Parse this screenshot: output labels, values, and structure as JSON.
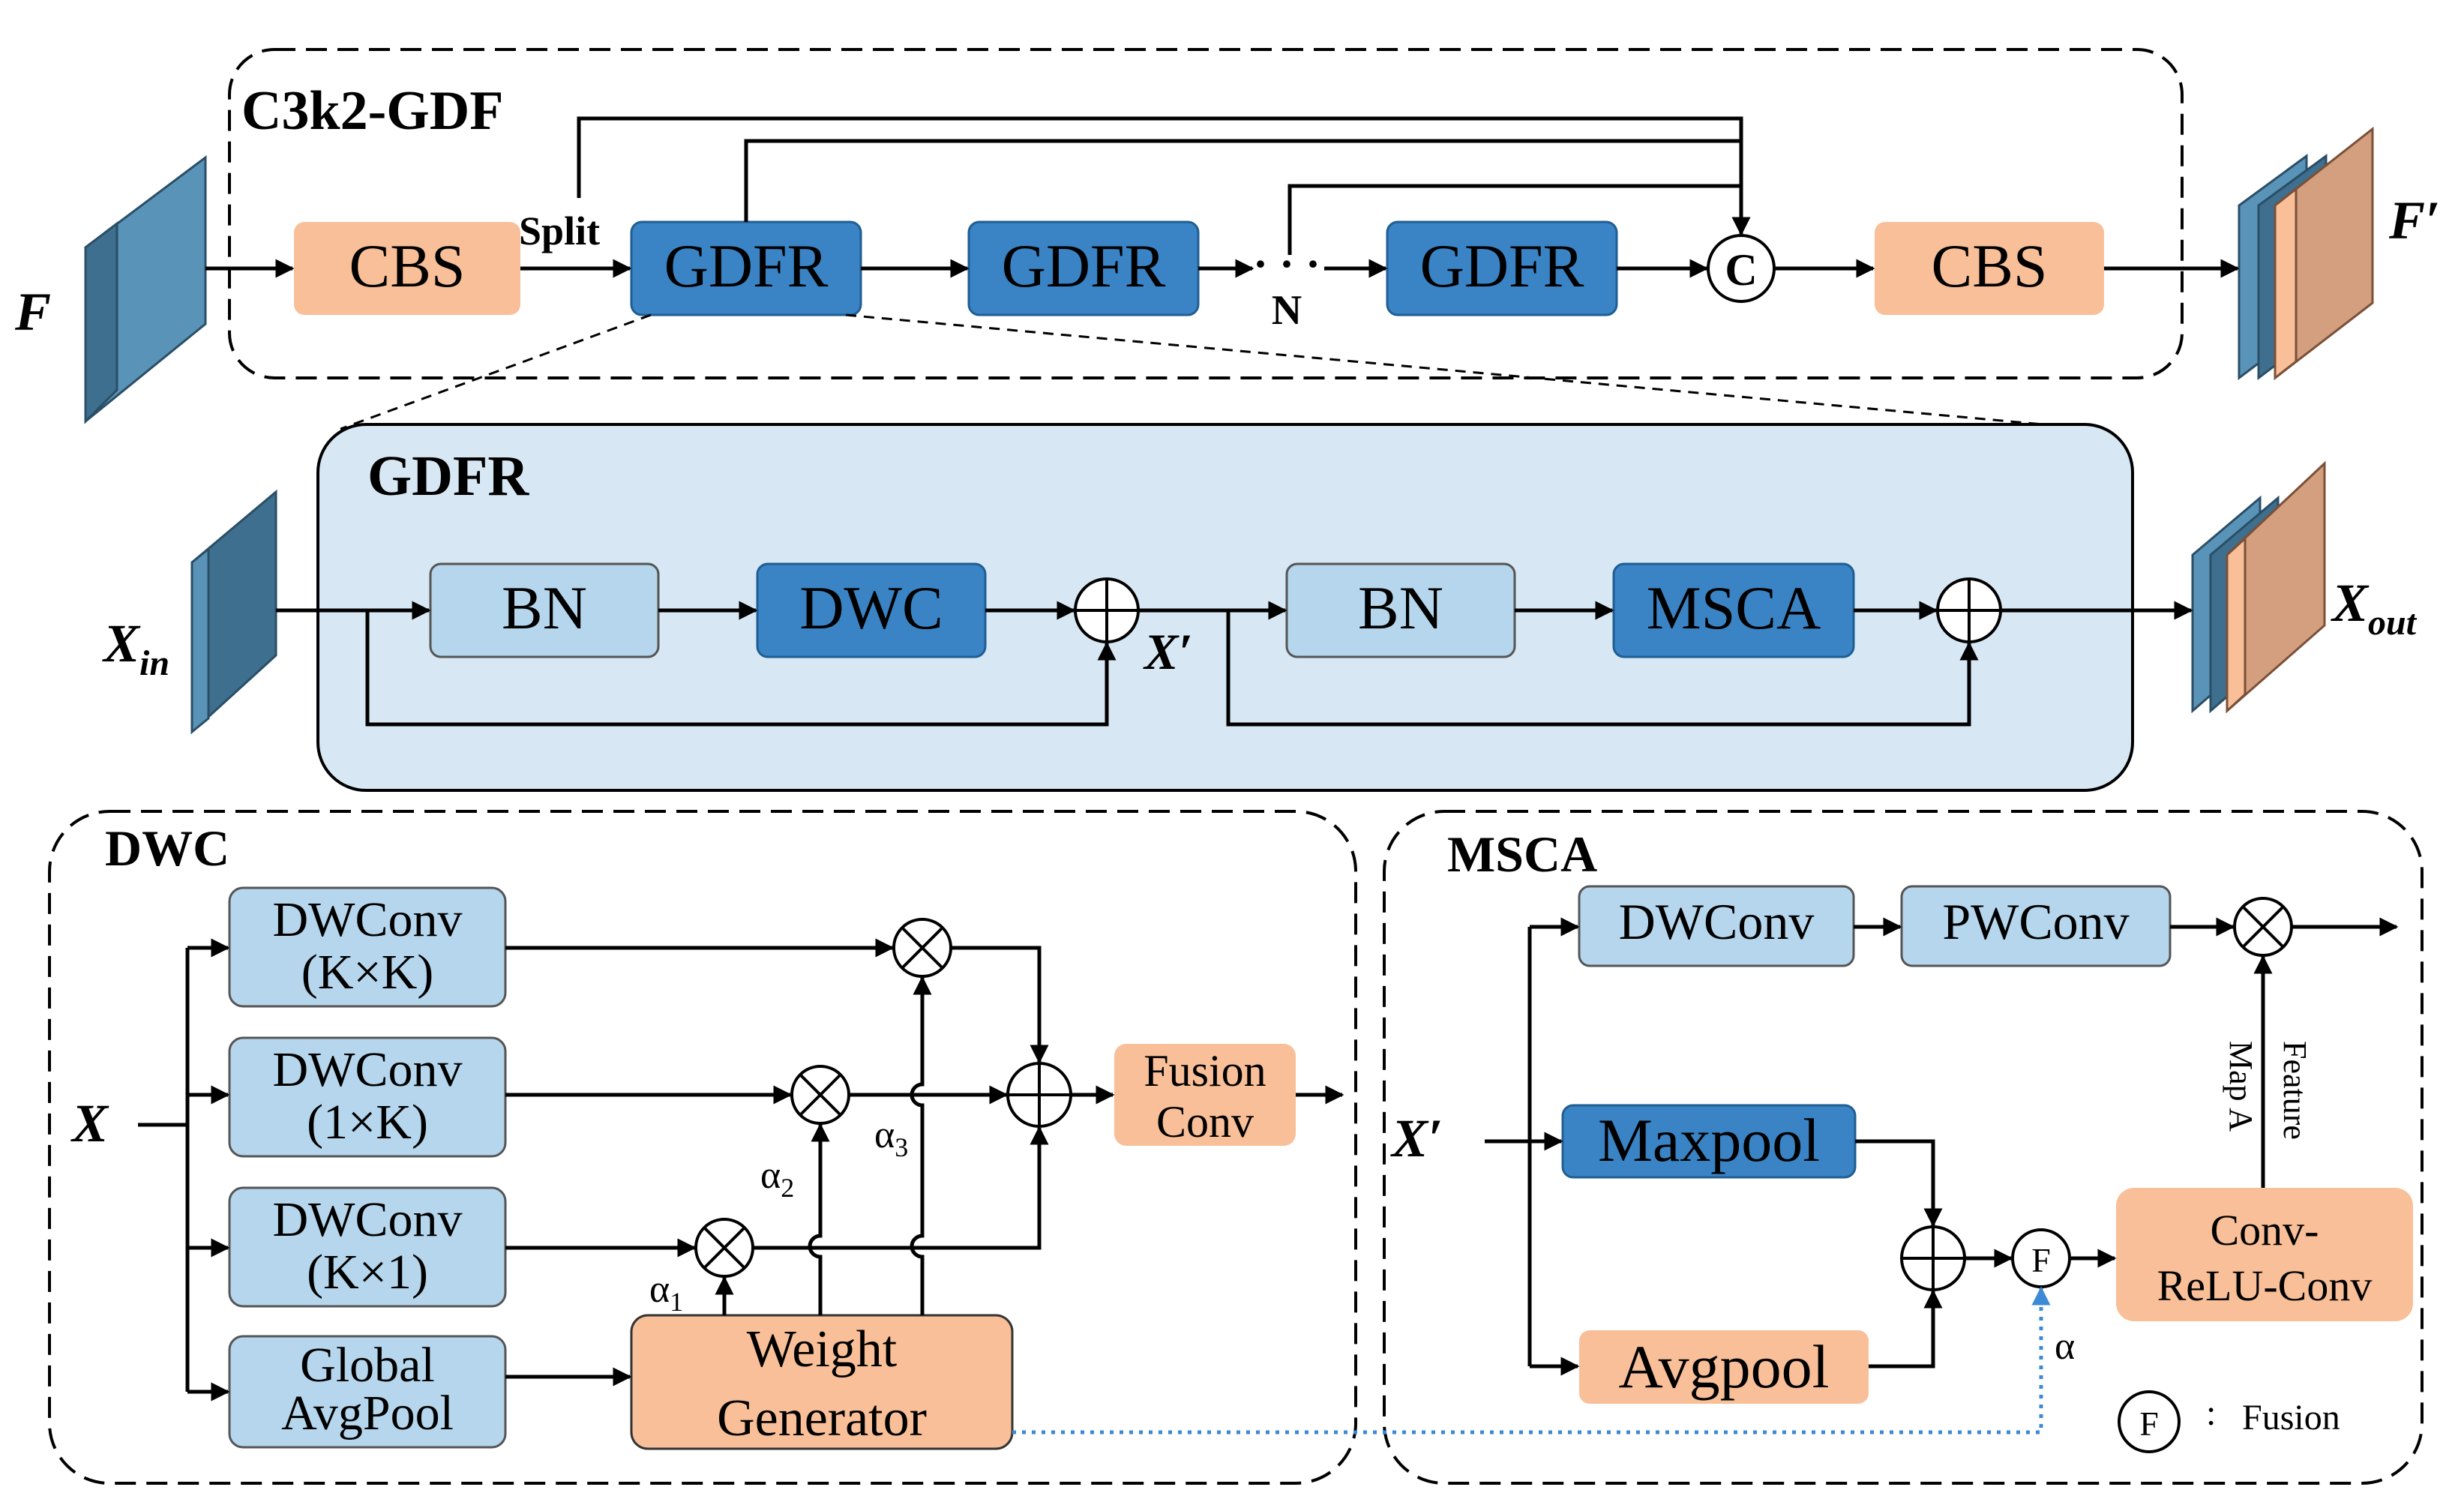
{
  "colors": {
    "orange_block": "#f8bf98",
    "blue_dark": "#3a83c4",
    "blue_light": "#b5d6ec",
    "gdfr_panel": "#d7e8f4",
    "feature_dark": "#3e6f8e",
    "feature_mid": "#5a93b8",
    "feature_orange": "#d39f7f",
    "dotted_link": "#3c8ad6"
  },
  "c3k2": {
    "title": "C3k2-GDF",
    "input_label": "F",
    "output_label": "F′",
    "cbs_in": "CBS",
    "split": "Split",
    "gdfr_1": "GDFR",
    "gdfr_2": "GDFR",
    "gdfr_n": "GDFR",
    "n_label": "N",
    "concat": "C",
    "cbs_out": "CBS"
  },
  "gdfr": {
    "title": "GDFR",
    "input_main": "X",
    "input_sub": "in",
    "bn_1": "BN",
    "dwc": "DWC",
    "mid_label": "X′",
    "bn_2": "BN",
    "msca": "MSCA",
    "output_main": "X",
    "output_sub": "out"
  },
  "dwc": {
    "title": "DWC",
    "input_label": "X",
    "branch_kk_line1": "DWConv",
    "branch_kk_line2": "(K×K)",
    "branch_1k_line1": "DWConv",
    "branch_1k_line2": "(1×K)",
    "branch_k1_line1": "DWConv",
    "branch_k1_line2": "(K×1)",
    "gap_line1": "Global",
    "gap_line2": "AvgPool",
    "weight_gen_line1": "Weight",
    "weight_gen_line2": "Generator",
    "alpha_1": "α",
    "alpha_1_sub": "1",
    "alpha_2": "α",
    "alpha_2_sub": "2",
    "alpha_3": "α",
    "alpha_3_sub": "3",
    "fusion_line1": "Fusion",
    "fusion_line2": "Conv"
  },
  "msca": {
    "title": "MSCA",
    "input_label": "X′",
    "dwconv": "DWConv",
    "pwconv": "PWConv",
    "maxpool": "Maxpool",
    "avgpool": "Avgpool",
    "fusion_symbol": "F",
    "alpha": "α",
    "feature_map_line1": "Feature",
    "feature_map_line2": "Map A",
    "conv_relu_line1": "Conv-",
    "conv_relu_line2": "ReLU-Conv",
    "legend_separator": ":",
    "legend_text": "Fusion"
  }
}
